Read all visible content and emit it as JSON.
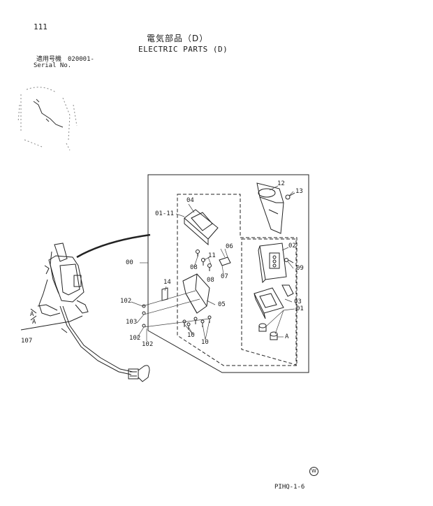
{
  "header": {
    "page_number": "111",
    "title_jp": "電気部品（D）",
    "title_en": "ELECTRIC PARTS (D)",
    "serial_label_jp": "適用号機",
    "serial_value": "020001-",
    "serial_label_en": "Serial No."
  },
  "callouts": {
    "c12": "12",
    "c13": "13",
    "c04": "04",
    "c01_11": "01-11",
    "c02": "02",
    "c06": "06",
    "c11": "11",
    "c08a": "08",
    "c08b": "08",
    "c07": "07",
    "c09": "09",
    "c00": "00",
    "c14": "14",
    "c05": "05",
    "c03": "03",
    "c01": "01",
    "c102a": "102",
    "c103": "103",
    "c102b": "102",
    "c102c": "102",
    "c10a": "10",
    "c10b": "10",
    "cA1": "A",
    "cA2": "A",
    "cA3": "A",
    "c107": "107"
  },
  "footer": {
    "page_code": "PIHQ-1-6",
    "mark": "W"
  }
}
